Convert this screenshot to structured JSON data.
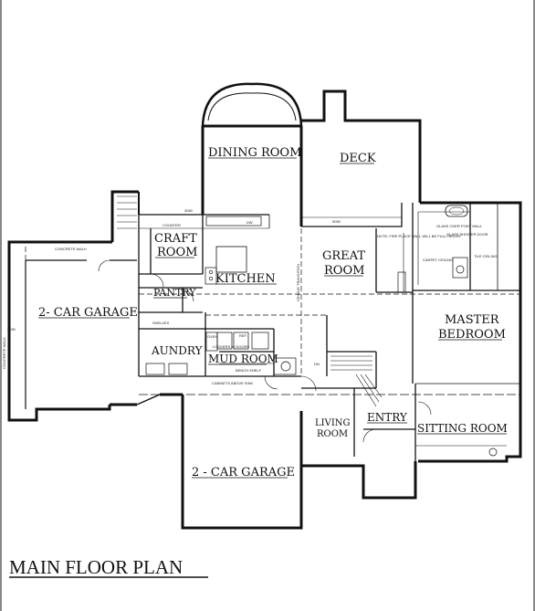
{
  "plan": {
    "title": "MAIN FLOOR PLAN",
    "rooms": {
      "dining_room": "DINING ROOM",
      "deck": "DECK",
      "craft_room_line1": "CRAFT",
      "craft_room_line2": "ROOM",
      "kitchen": "KITCHEN",
      "great_room_line1": "GREAT",
      "great_room_line2": "ROOM",
      "garage_left": "2- CAR GARAGE",
      "pantry": "PANTRY",
      "master_bedroom_line1": "MASTER",
      "master_bedroom_line2": "BEDROOM",
      "laundry": "AUNDRY",
      "mud_room": "MUD ROOM",
      "living_room_line1": "LIVING",
      "living_room_line2": "ROOM",
      "entry": "ENTRY",
      "sitting_room": "SITTING ROOM",
      "garage_bottom": "2 - CAR GARAGE"
    },
    "notes": {
      "concrete_walk_top": "CONCRETE WALK",
      "concrete_walk_left": "CONCRETE WALK",
      "counter": "COUNTER",
      "shelves": "SHELVES",
      "lockers": "LOCKERS w/ DOORS",
      "bench_shelf": "BENCH SHELF",
      "cabinets_above_sink": "CABINETS ABOVE SINK",
      "glass_shower_door": "GLASS SHOWER DOOR",
      "glass_over_pony_wall": "GLASS OVER PONY WALL",
      "tile_ceiling": "TILE CEILING",
      "carpet_ceiling": "CARPET CEILING",
      "ceiling_transition": "CEILING TRANSITION",
      "fire_place_note": "NOTE: FIRE PLACE WALL WILL BE FULL HEIGHT",
      "window_5050": "5050",
      "window_3060": "3060",
      "window_6030": "6030",
      "refrigerator": "REF.",
      "dishwasher": "DW",
      "oven": "OVEN",
      "dn": "DN"
    }
  }
}
